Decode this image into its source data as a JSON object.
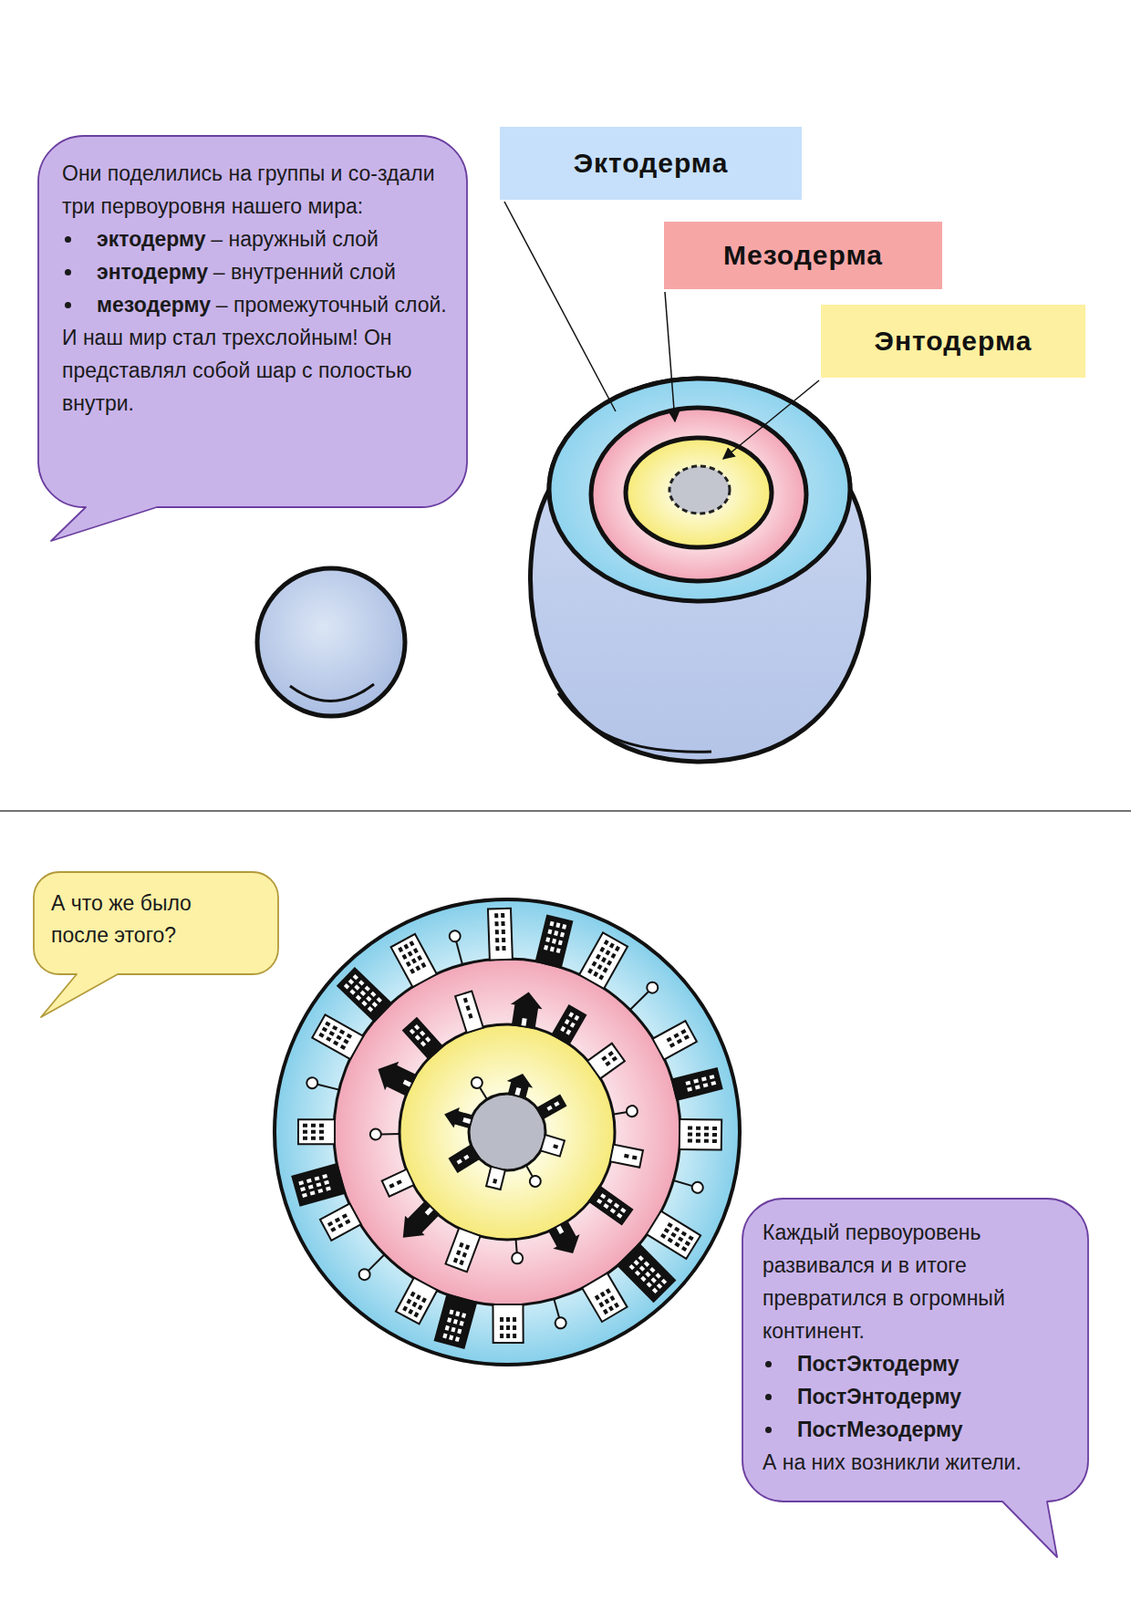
{
  "diagram": {
    "nodes": [
      {
        "text": [
          "Они поделились на группы и со-здали три первоуровня нашего мира:",
          "эктодерму",
          "– наружный слой",
          "энтодерму",
          "– внутренний слой",
          "мезодерму",
          "– промежуточный слой.",
          "И наш мир стал трехслойным! Он представлял собой шар с полостью внутри."
        ]
      },
      {
        "text": [
          "Эктодерма"
        ]
      },
      {
        "text": [
          "Мезодерма"
        ]
      },
      {
        "text": [
          "Энтодерма"
        ]
      },
      {
        "text": [
          "А что же было после этого?"
        ]
      },
      {
        "text": [
          "Каждый первоуровень развивался и в итоге превратился в огромный континент.",
          "ПостЭктодерму",
          "ПостЭнтодерму",
          "ПостМезодерму",
          "А на них возникли жители."
        ]
      }
    ]
  }
}
